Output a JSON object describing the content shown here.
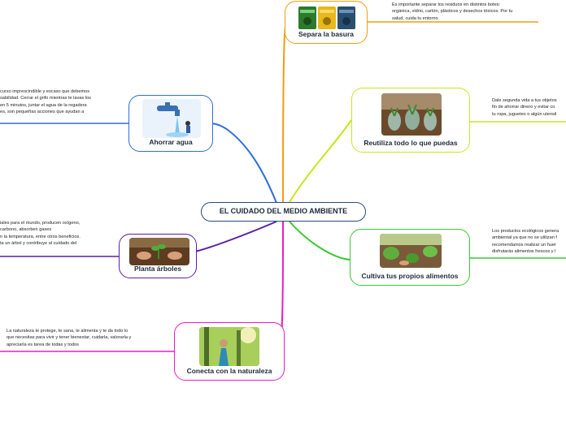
{
  "center": {
    "title": "EL CUIDADO DEL MEDIO AMBIENTE"
  },
  "topics": {
    "separa": {
      "label": "Separa la basura",
      "note": "Es importante separar los residuos en distintos botes:\norgánica, vidrio, cartón, plásticos y desechos tóxicos. Por tu\nsalud, cuida tu entorno",
      "color": "#f39c12"
    },
    "ahorrar": {
      "label": "Ahorrar agua",
      "note": "curso imprescindible y escaso que debemos\nsabilidad. Cerrar el grifo mientras te lavas los\nen 5 minutos, juntar el agua de la regadera\nes, son pequeñas acciones que ayudan a",
      "color": "#2e6fd8"
    },
    "reutiliza": {
      "label": "Reutiliza todo lo que puedas",
      "note": "Dale segunda vida a tus objetos\nfin de ahorrar dinero y evitar co\ntu ropa, juguetes o algún utensil",
      "color": "#c8e61e"
    },
    "planta": {
      "label": "Planta árboles",
      "note": "iales para el mundo, producen oxígeno,\ncarbono, absorben gases\nn la temperatura, entre otros beneficios.\nta un árbol y contribuye al cuidado del",
      "color": "#5a1fa8"
    },
    "cultiva": {
      "label": "Cultiva tus propios alimentos",
      "note": "Los productos ecológicos genera\nambiental ya que no se utilizan f\nrecomendamos realizar un huer\ndisfrutarás alimentos frescos y l",
      "color": "#3cc832"
    },
    "conecta": {
      "label": "Conecta con la naturaleza",
      "note": "La naturaleza te protege, te sana, te alimenta y te da todo lo\nque necesitas para vivir y tener bienestar, cuidarla, valorarla y\napreciarla es tarea de todas y todos",
      "color": "#e61ec8"
    }
  },
  "icons": {
    "separa": "recycling-bins-icon",
    "ahorrar": "water-tap-icon",
    "reutiliza": "reused-jars-plants-photo",
    "planta": "planting-tree-photo",
    "cultiva": "garden-vegetables-photo",
    "conecta": "person-in-nature-photo"
  }
}
